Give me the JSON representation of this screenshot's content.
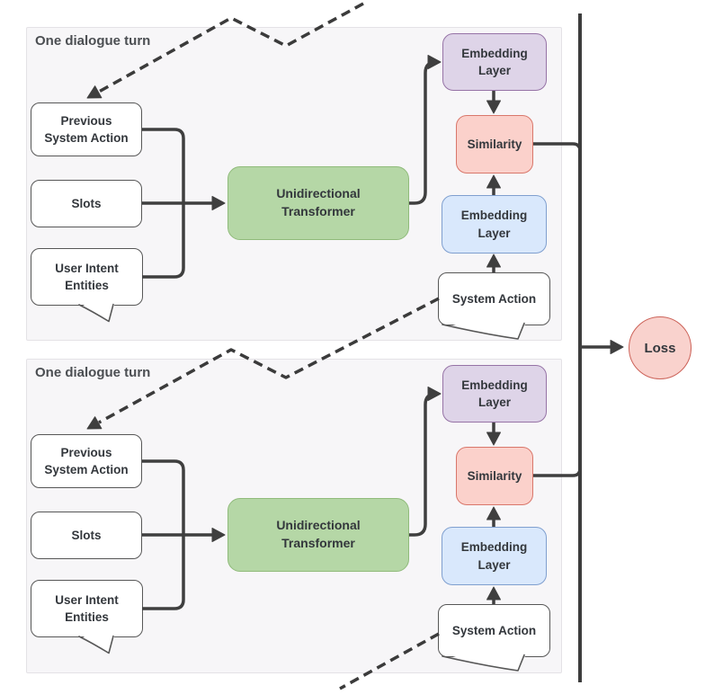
{
  "panels": [
    {
      "label": "One dialogue turn",
      "prev_system_action": "Previous\nSystem Action",
      "slots": "Slots",
      "user_intent_entities": "User Intent\nEntities",
      "transformer": "Unidirectional\nTransformer",
      "embedding_layer_action": "Embedding\nLayer",
      "similarity": "Similarity",
      "embedding_layer_predicted": "Embedding\nLayer",
      "system_action": "System Action"
    },
    {
      "label": "One dialogue turn",
      "prev_system_action": "Previous\nSystem Action",
      "slots": "Slots",
      "user_intent_entities": "User Intent\nEntities",
      "transformer": "Unidirectional\nTransformer",
      "embedding_layer_action": "Embedding\nLayer",
      "similarity": "Similarity",
      "embedding_layer_predicted": "Embedding\nLayer",
      "system_action": "System Action"
    }
  ],
  "loss": {
    "label": "Loss"
  },
  "colors": {
    "panel_bg": "#f7f6f8",
    "panel_border": "#e4e2e6",
    "white_box_border": "#575757",
    "transformer_fill": "#b5d7a6",
    "transformer_border": "#90bb7b",
    "embedding_action_fill": "#ded4e8",
    "embedding_action_border": "#9673a6",
    "similarity_fill": "#fbd1cb",
    "similarity_border": "#d9776b",
    "embedding_predicted_fill": "#d9e8fc",
    "embedding_predicted_border": "#7f9fcf",
    "loss_fill": "#f9d2cd",
    "loss_border": "#cc6258",
    "connector": "#3f3f3f"
  }
}
